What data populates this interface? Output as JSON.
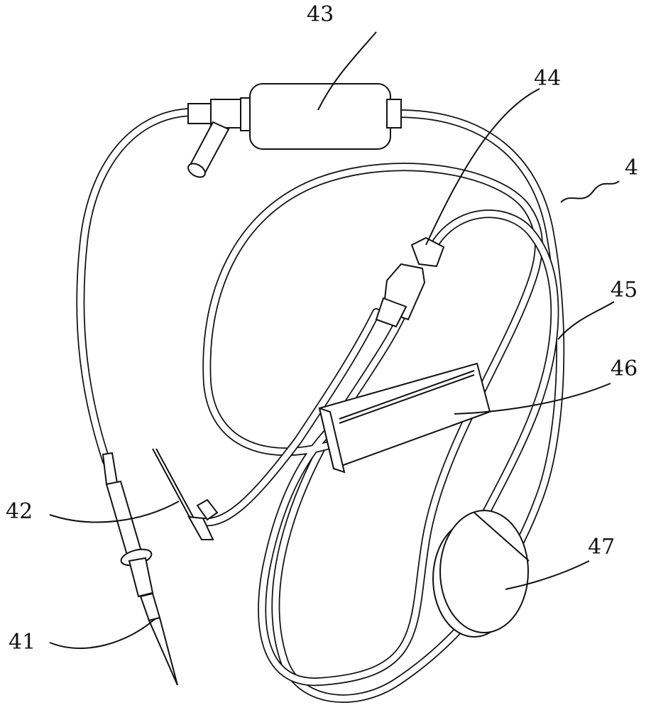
{
  "figure": {
    "labels": {
      "assembly": "4",
      "spike": "41",
      "needle": "42",
      "drip_chamber": "43",
      "connector": "44",
      "tubing": "45",
      "flow_regulator": "46",
      "disc": "47"
    }
  }
}
